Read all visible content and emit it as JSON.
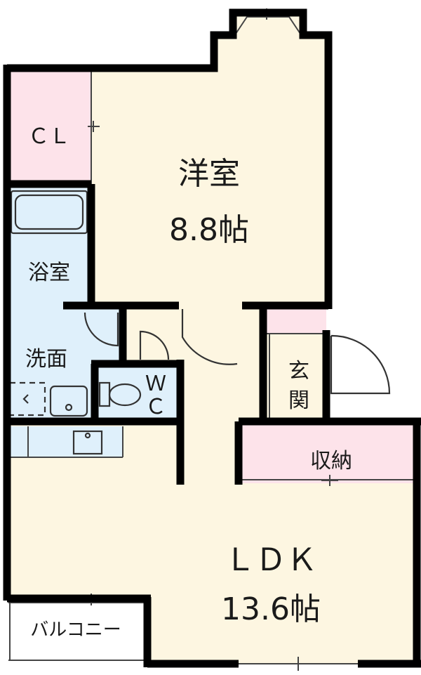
{
  "rooms": {
    "closet": "ＣＬ",
    "western_room": "洋室",
    "western_room_size": "8.8帖",
    "bathroom": "浴室",
    "washroom": "洗面",
    "toilet_w": "Ｗ",
    "toilet_c": "Ｃ",
    "entrance_1": "玄",
    "entrance_2": "関",
    "storage": "収納",
    "ldk": "ＬＤＫ",
    "ldk_size": "13.6帖",
    "balcony": "バルコニー"
  },
  "colors": {
    "floor_room": "#fdf6e1",
    "closet_storage": "#fde3ea",
    "wet_area": "#dff0fb",
    "balcony": "#ffffff",
    "wall": "#000000"
  }
}
